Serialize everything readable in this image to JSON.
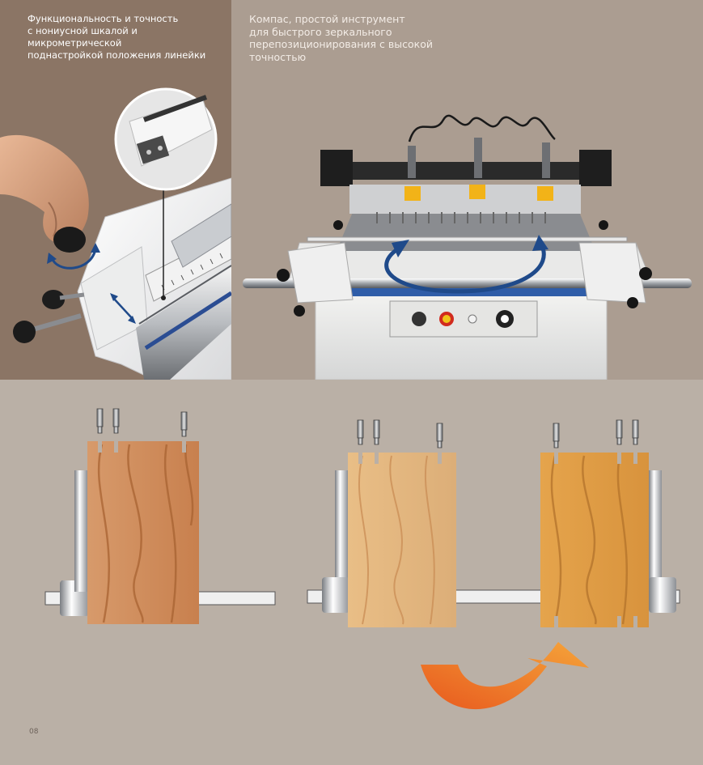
{
  "captions": {
    "left": "Функциональность и точность\nс нониусной шкалой и микрометрической\nподнастройкой положения линейки",
    "right": "Компас, простой инструмент\nдля быстрого зеркального\nперепозиционирования с высокой\nточностью"
  },
  "page_number": "08",
  "colors": {
    "left_panel": "#8b7565",
    "right_panel": "#ab9d91",
    "lower_background": "#bab0a6",
    "arrow_blue": "#1f4a8a",
    "arrow_orange": "#f08a2a"
  },
  "icons": {
    "adjust_arrows": "double-arrow-icon",
    "rotate_arrow": "rotate-arrow-icon",
    "flip_arrow": "curved-flip-arrow-icon"
  }
}
